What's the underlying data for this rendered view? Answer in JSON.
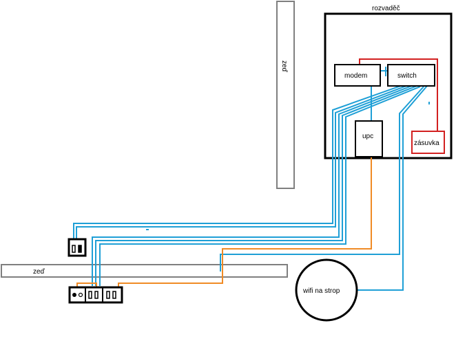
{
  "labels": {
    "cabinet": "rozvaděč",
    "modem": "modem",
    "switch": "switch",
    "upc": "upc",
    "socket": "zásuvka",
    "wall_vertical": "zeď",
    "wall_horizontal": "zeď",
    "wifi": "wifi na strop"
  },
  "colors": {
    "ethernet": "#1e9fd6",
    "coax": "#f08a24",
    "power": "#d21f1f",
    "wall_border": "#7f7f7f",
    "outline": "#000000"
  }
}
